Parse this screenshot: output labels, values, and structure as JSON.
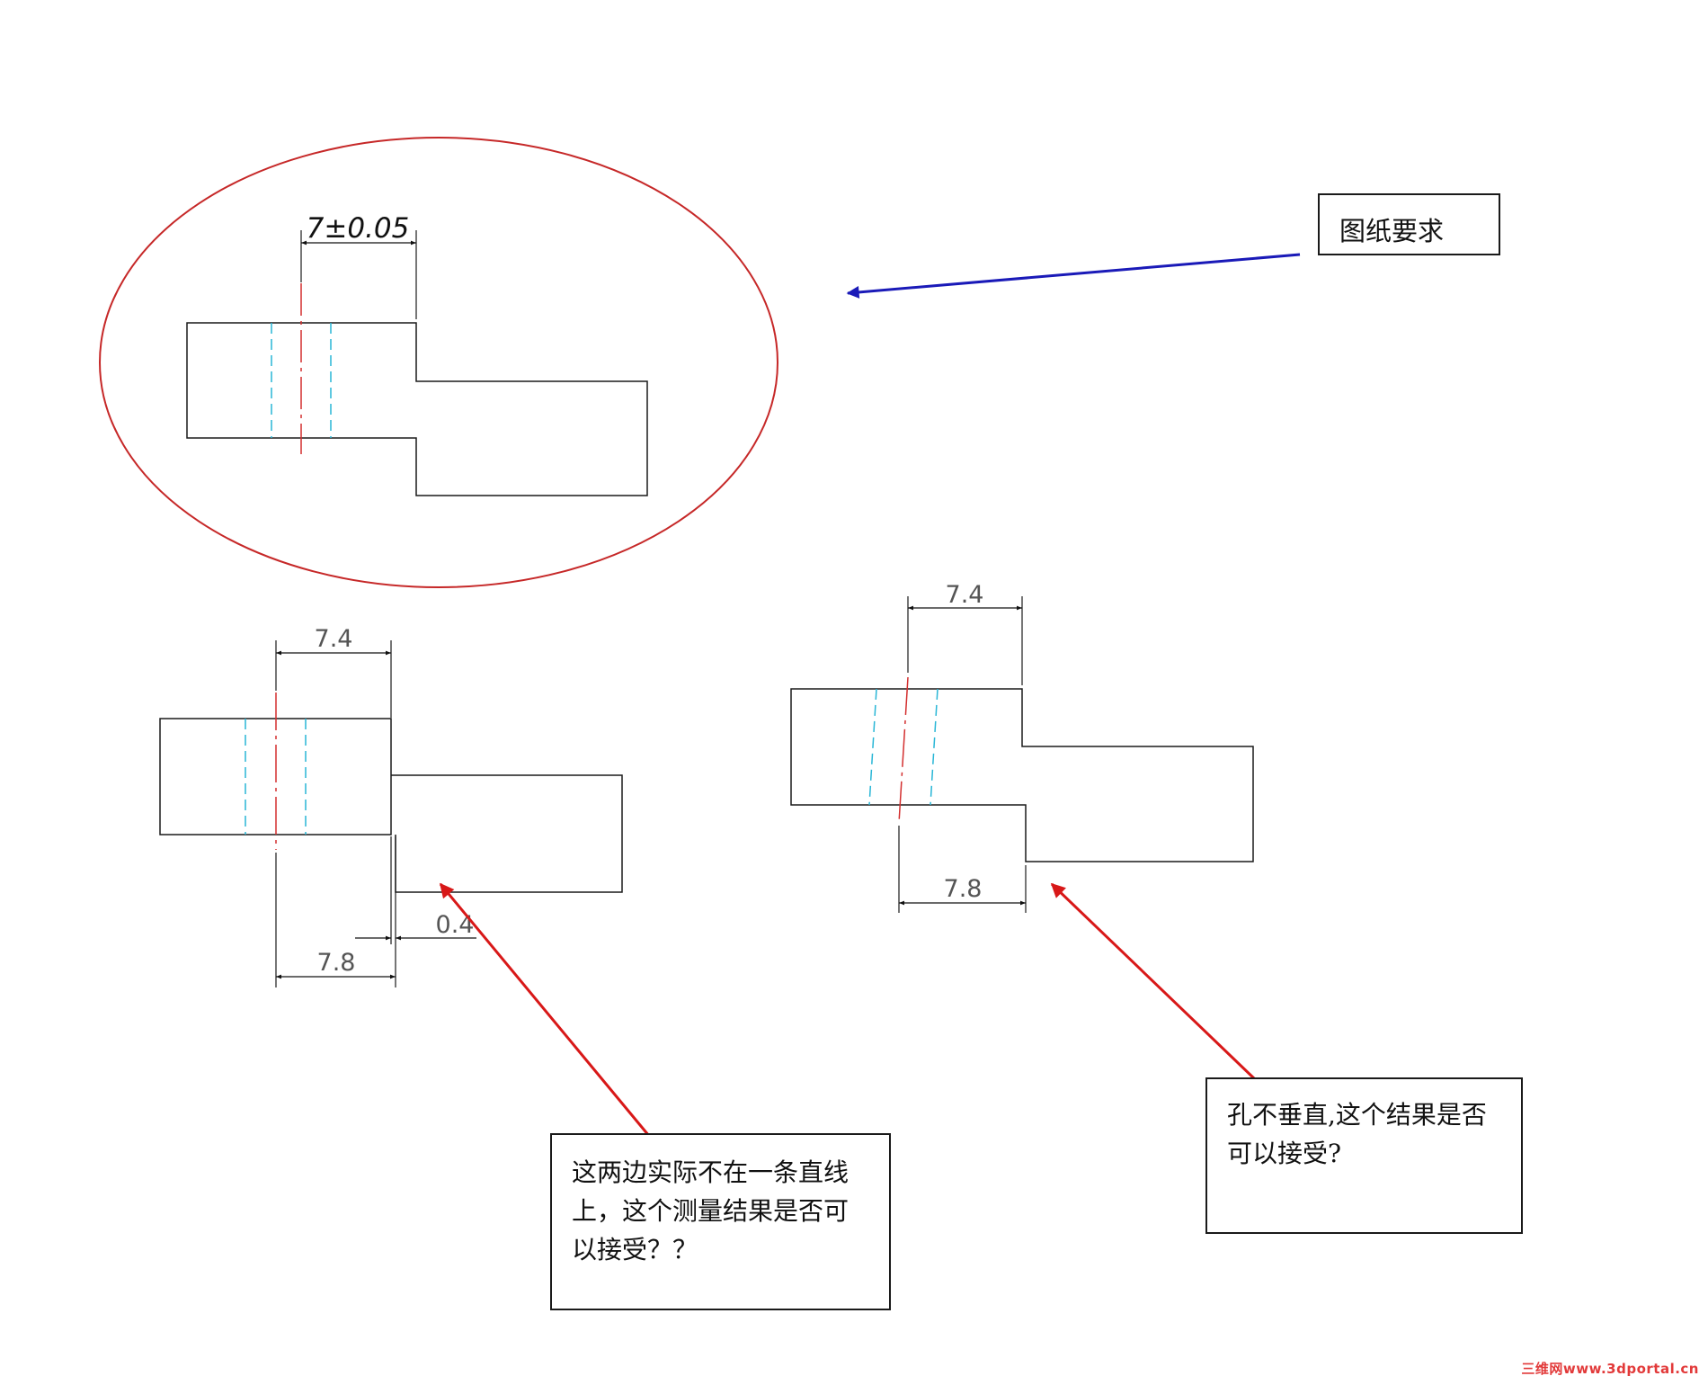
{
  "spec_drawing": {
    "dimension_label": "7±0.05"
  },
  "measured_part_1": {
    "top_dimension": "7.4",
    "bottom_dimension": "7.8",
    "offset_dimension": "0.4"
  },
  "measured_part_2": {
    "top_dimension": "7.4",
    "bottom_dimension": "7.8"
  },
  "notes": {
    "drawing_requirement": "图纸要求",
    "question_1_lines": [
      "这两边实际不在一条直线",
      "上，这个测量结果是否可",
      "以接受？？"
    ],
    "question_2_lines": [
      "孔不垂直,这个结果是否",
      "可以接受?"
    ]
  },
  "watermark": "三维网www.3dportal.cn",
  "colors": {
    "outline": "#1a1a1a",
    "highlight_ellipse": "#c62828",
    "center_line": "#d32f2f",
    "hidden_line": "#29b6d6",
    "pointer_arrow_red": "#d81818",
    "pointer_arrow_blue": "#1a1ab8"
  }
}
